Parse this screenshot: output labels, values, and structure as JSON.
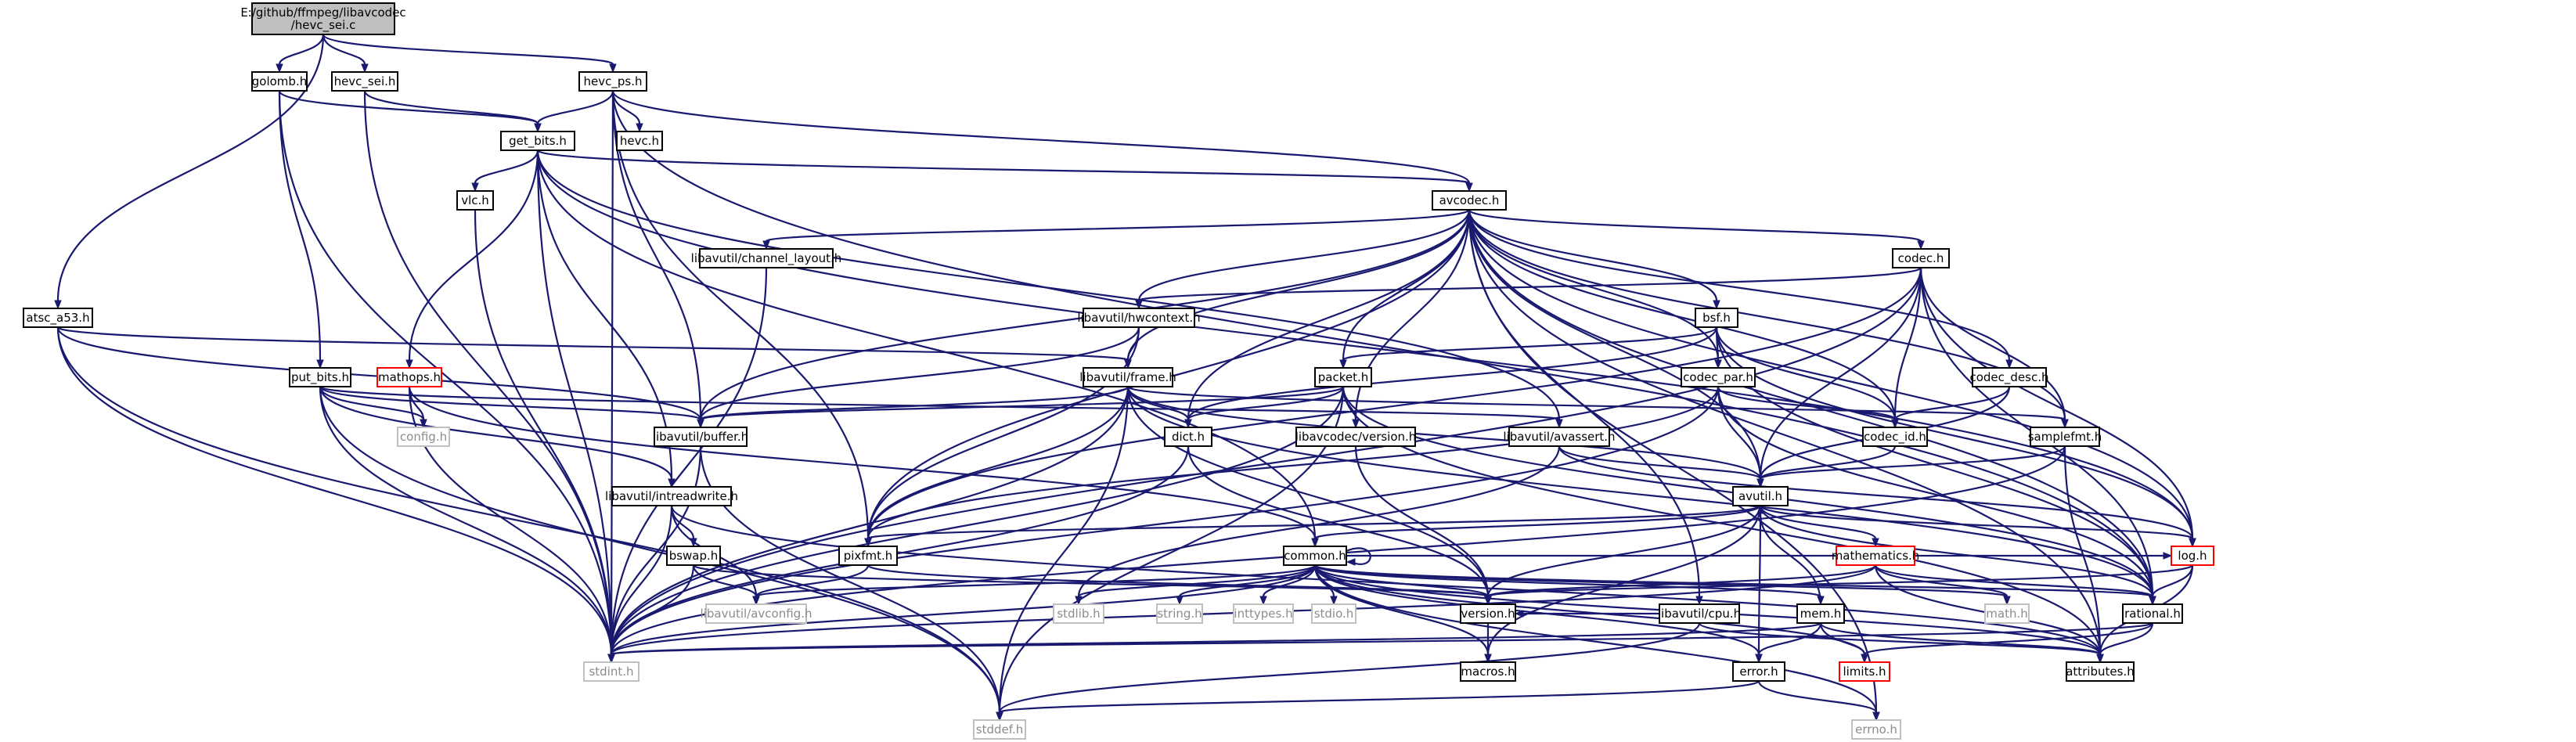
{
  "graph": {
    "edge_color": "#191970",
    "nodes": [
      {
        "id": "root",
        "label": "E:/github/ffmpeg/libavcodec\n/hevc_sei.c",
        "style": "root"
      },
      {
        "id": "golomb",
        "label": "golomb.h",
        "style": "normal"
      },
      {
        "id": "hevc_sei",
        "label": "hevc_sei.h",
        "style": "normal"
      },
      {
        "id": "hevc_ps",
        "label": "hevc_ps.h",
        "style": "normal"
      },
      {
        "id": "get_bits",
        "label": "get_bits.h",
        "style": "normal"
      },
      {
        "id": "hevc",
        "label": "hevc.h",
        "style": "normal"
      },
      {
        "id": "vlc",
        "label": "vlc.h",
        "style": "normal"
      },
      {
        "id": "avcodec",
        "label": "avcodec.h",
        "style": "normal"
      },
      {
        "id": "atsc_a53",
        "label": "atsc_a53.h",
        "style": "normal"
      },
      {
        "id": "chlayout",
        "label": "libavutil/channel_layout.h",
        "style": "normal"
      },
      {
        "id": "codec",
        "label": "codec.h",
        "style": "normal"
      },
      {
        "id": "hwcontext",
        "label": "libavutil/hwcontext.h",
        "style": "normal"
      },
      {
        "id": "bsf",
        "label": "bsf.h",
        "style": "normal"
      },
      {
        "id": "put_bits",
        "label": "put_bits.h",
        "style": "normal"
      },
      {
        "id": "mathops",
        "label": "mathops.h",
        "style": "red"
      },
      {
        "id": "frame",
        "label": "libavutil/frame.h",
        "style": "normal"
      },
      {
        "id": "packet",
        "label": "packet.h",
        "style": "normal"
      },
      {
        "id": "codec_par",
        "label": "codec_par.h",
        "style": "normal"
      },
      {
        "id": "codec_desc",
        "label": "codec_desc.h",
        "style": "normal"
      },
      {
        "id": "config",
        "label": "config.h",
        "style": "gray"
      },
      {
        "id": "buffer",
        "label": "libavutil/buffer.h",
        "style": "normal"
      },
      {
        "id": "dict",
        "label": "dict.h",
        "style": "normal"
      },
      {
        "id": "lavc_version",
        "label": "libavcodec/version.h",
        "style": "normal"
      },
      {
        "id": "avassert",
        "label": "libavutil/avassert.h",
        "style": "normal"
      },
      {
        "id": "codec_id",
        "label": "codec_id.h",
        "style": "normal"
      },
      {
        "id": "samplefmt",
        "label": "samplefmt.h",
        "style": "normal"
      },
      {
        "id": "intreadwrite",
        "label": "libavutil/intreadwrite.h",
        "style": "normal"
      },
      {
        "id": "avutil",
        "label": "avutil.h",
        "style": "normal"
      },
      {
        "id": "bswap",
        "label": "bswap.h",
        "style": "normal"
      },
      {
        "id": "pixfmt",
        "label": "pixfmt.h",
        "style": "normal"
      },
      {
        "id": "common",
        "label": "common.h",
        "style": "normal"
      },
      {
        "id": "mathematics",
        "label": "mathematics.h",
        "style": "red"
      },
      {
        "id": "log",
        "label": "log.h",
        "style": "red"
      },
      {
        "id": "avconfig",
        "label": "libavutil/avconfig.h",
        "style": "gray"
      },
      {
        "id": "stdlib",
        "label": "stdlib.h",
        "style": "gray"
      },
      {
        "id": "string",
        "label": "string.h",
        "style": "gray"
      },
      {
        "id": "inttypes",
        "label": "inttypes.h",
        "style": "gray"
      },
      {
        "id": "stdio",
        "label": "stdio.h",
        "style": "gray"
      },
      {
        "id": "version",
        "label": "version.h",
        "style": "normal"
      },
      {
        "id": "cpu",
        "label": "libavutil/cpu.h",
        "style": "normal"
      },
      {
        "id": "mem",
        "label": "mem.h",
        "style": "normal"
      },
      {
        "id": "math",
        "label": "math.h",
        "style": "gray"
      },
      {
        "id": "rational",
        "label": "rational.h",
        "style": "normal"
      },
      {
        "id": "stdint",
        "label": "stdint.h",
        "style": "gray"
      },
      {
        "id": "macros",
        "label": "macros.h",
        "style": "normal"
      },
      {
        "id": "error",
        "label": "error.h",
        "style": "normal"
      },
      {
        "id": "limits",
        "label": "limits.h",
        "style": "red"
      },
      {
        "id": "attributes",
        "label": "attributes.h",
        "style": "normal"
      },
      {
        "id": "stddef",
        "label": "stddef.h",
        "style": "gray"
      },
      {
        "id": "errno",
        "label": "errno.h",
        "style": "gray"
      }
    ],
    "edges": [
      [
        "root",
        "golomb"
      ],
      [
        "root",
        "hevc_sei"
      ],
      [
        "root",
        "hevc_ps"
      ],
      [
        "root",
        "atsc_a53"
      ],
      [
        "golomb",
        "get_bits"
      ],
      [
        "golomb",
        "put_bits"
      ],
      [
        "golomb",
        "stdint"
      ],
      [
        "hevc_sei",
        "get_bits"
      ],
      [
        "hevc_sei",
        "stdint"
      ],
      [
        "hevc_ps",
        "get_bits"
      ],
      [
        "hevc_ps",
        "hevc"
      ],
      [
        "hevc_ps",
        "avcodec"
      ],
      [
        "hevc_ps",
        "buffer"
      ],
      [
        "hevc_ps",
        "pixfmt"
      ],
      [
        "hevc_ps",
        "rational"
      ],
      [
        "hevc_ps",
        "stdint"
      ],
      [
        "get_bits",
        "vlc"
      ],
      [
        "get_bits",
        "avcodec"
      ],
      [
        "get_bits",
        "mathops"
      ],
      [
        "get_bits",
        "intreadwrite"
      ],
      [
        "get_bits",
        "avassert"
      ],
      [
        "get_bits",
        "common"
      ],
      [
        "get_bits",
        "log"
      ],
      [
        "get_bits",
        "stdint"
      ],
      [
        "vlc",
        "stdint"
      ],
      [
        "atsc_a53",
        "frame"
      ],
      [
        "atsc_a53",
        "stddef"
      ],
      [
        "atsc_a53",
        "stdint"
      ],
      [
        "atsc_a53",
        "buffer"
      ],
      [
        "avcodec",
        "chlayout"
      ],
      [
        "avcodec",
        "codec"
      ],
      [
        "avcodec",
        "hwcontext"
      ],
      [
        "avcodec",
        "bsf"
      ],
      [
        "avcodec",
        "frame"
      ],
      [
        "avcodec",
        "packet"
      ],
      [
        "avcodec",
        "codec_par"
      ],
      [
        "avcodec",
        "codec_desc"
      ],
      [
        "avcodec",
        "buffer"
      ],
      [
        "avcodec",
        "dict"
      ],
      [
        "avcodec",
        "lavc_version"
      ],
      [
        "avcodec",
        "codec_id"
      ],
      [
        "avcodec",
        "samplefmt"
      ],
      [
        "avcodec",
        "avutil"
      ],
      [
        "avcodec",
        "pixfmt"
      ],
      [
        "avcodec",
        "log"
      ],
      [
        "avcodec",
        "rational"
      ],
      [
        "avcodec",
        "attributes"
      ],
      [
        "avcodec",
        "cpu"
      ],
      [
        "avcodec",
        "errno"
      ],
      [
        "chlayout",
        "stdint"
      ],
      [
        "codec",
        "hwcontext"
      ],
      [
        "codec",
        "codec_id"
      ],
      [
        "codec",
        "avutil"
      ],
      [
        "codec",
        "samplefmt"
      ],
      [
        "codec",
        "log"
      ],
      [
        "codec",
        "pixfmt"
      ],
      [
        "codec",
        "rational"
      ],
      [
        "codec",
        "stdint"
      ],
      [
        "hwcontext",
        "buffer"
      ],
      [
        "hwcontext",
        "frame"
      ],
      [
        "hwcontext",
        "pixfmt"
      ],
      [
        "bsf",
        "codec_par"
      ],
      [
        "bsf",
        "packet"
      ],
      [
        "bsf",
        "codec_id"
      ],
      [
        "bsf",
        "dict"
      ],
      [
        "bsf",
        "log"
      ],
      [
        "bsf",
        "rational"
      ],
      [
        "put_bits",
        "config"
      ],
      [
        "put_bits",
        "intreadwrite"
      ],
      [
        "put_bits",
        "avassert"
      ],
      [
        "put_bits",
        "stddef"
      ],
      [
        "put_bits",
        "stdint"
      ],
      [
        "put_bits",
        "buffer"
      ],
      [
        "mathops",
        "config"
      ],
      [
        "mathops",
        "common"
      ],
      [
        "mathops",
        "stdint"
      ],
      [
        "frame",
        "buffer"
      ],
      [
        "frame",
        "dict"
      ],
      [
        "frame",
        "avutil"
      ],
      [
        "frame",
        "pixfmt"
      ],
      [
        "frame",
        "rational"
      ],
      [
        "frame",
        "samplefmt"
      ],
      [
        "frame",
        "stddef"
      ],
      [
        "frame",
        "stdint"
      ],
      [
        "frame",
        "version"
      ],
      [
        "packet",
        "buffer"
      ],
      [
        "packet",
        "dict"
      ],
      [
        "packet",
        "lavc_version"
      ],
      [
        "packet",
        "attributes"
      ],
      [
        "packet",
        "rational"
      ],
      [
        "packet",
        "stddef"
      ],
      [
        "packet",
        "stdint"
      ],
      [
        "codec_par",
        "avutil"
      ],
      [
        "codec_par",
        "codec_id"
      ],
      [
        "codec_par",
        "pixfmt"
      ],
      [
        "codec_par",
        "rational"
      ],
      [
        "codec_par",
        "stdint"
      ],
      [
        "codec_desc",
        "codec_id"
      ],
      [
        "codec_desc",
        "avutil"
      ],
      [
        "buffer",
        "stdint"
      ],
      [
        "buffer",
        "stddef"
      ],
      [
        "dict",
        "stdint"
      ],
      [
        "dict",
        "version"
      ],
      [
        "lavc_version",
        "version"
      ],
      [
        "avassert",
        "avutil"
      ],
      [
        "avassert",
        "log"
      ],
      [
        "avassert",
        "stdlib"
      ],
      [
        "codec_id",
        "avutil"
      ],
      [
        "samplefmt",
        "avutil"
      ],
      [
        "samplefmt",
        "attributes"
      ],
      [
        "samplefmt",
        "stdint"
      ],
      [
        "intreadwrite",
        "bswap"
      ],
      [
        "intreadwrite",
        "avconfig"
      ],
      [
        "intreadwrite",
        "attributes"
      ],
      [
        "intreadwrite",
        "stdint"
      ],
      [
        "avutil",
        "common"
      ],
      [
        "avutil",
        "mathematics"
      ],
      [
        "avutil",
        "log"
      ],
      [
        "avutil",
        "pixfmt"
      ],
      [
        "avutil",
        "rational"
      ],
      [
        "avutil",
        "error"
      ],
      [
        "avutil",
        "macros"
      ],
      [
        "avutil",
        "version"
      ],
      [
        "bswap",
        "avconfig"
      ],
      [
        "bswap",
        "stdint"
      ],
      [
        "bswap",
        "version"
      ],
      [
        "pixfmt",
        "avconfig"
      ],
      [
        "pixfmt",
        "version"
      ],
      [
        "common",
        "common"
      ],
      [
        "common",
        "stdlib"
      ],
      [
        "common",
        "string"
      ],
      [
        "common",
        "inttypes"
      ],
      [
        "common",
        "stdio"
      ],
      [
        "common",
        "version"
      ],
      [
        "common",
        "mem"
      ],
      [
        "common",
        "attributes"
      ],
      [
        "common",
        "macros"
      ],
      [
        "common",
        "limits"
      ],
      [
        "common",
        "math"
      ],
      [
        "common",
        "errno"
      ],
      [
        "common",
        "stdint"
      ],
      [
        "common",
        "avconfig"
      ],
      [
        "common",
        "error"
      ],
      [
        "common",
        "rational"
      ],
      [
        "common",
        "log"
      ],
      [
        "mathematics",
        "math"
      ],
      [
        "mathematics",
        "rational"
      ],
      [
        "mathematics",
        "attributes"
      ],
      [
        "mathematics",
        "stdint"
      ],
      [
        "mathematics",
        "version"
      ],
      [
        "log",
        "version"
      ],
      [
        "log",
        "attributes"
      ],
      [
        "log",
        "rational"
      ],
      [
        "cpu",
        "stddef"
      ],
      [
        "cpu",
        "version"
      ],
      [
        "cpu",
        "attributes"
      ],
      [
        "mem",
        "error"
      ],
      [
        "mem",
        "avutil"
      ],
      [
        "mem",
        "limits"
      ],
      [
        "mem",
        "attributes"
      ],
      [
        "mem",
        "stdint"
      ],
      [
        "rational",
        "attributes"
      ],
      [
        "rational",
        "limits"
      ],
      [
        "rational",
        "stdint"
      ],
      [
        "version",
        "macros"
      ],
      [
        "error",
        "errno"
      ],
      [
        "error",
        "stddef"
      ]
    ]
  }
}
